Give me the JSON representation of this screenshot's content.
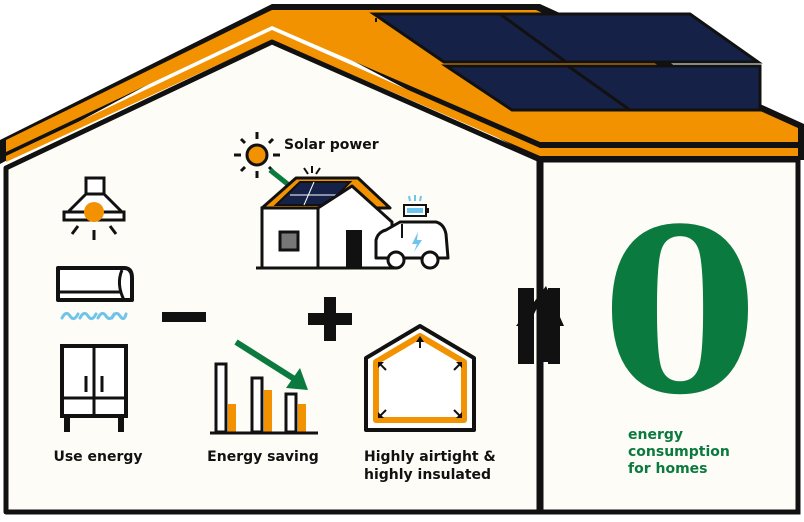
{
  "labels": {
    "solar_power": "Solar power",
    "use_energy": "Use energy",
    "energy_saving": "Energy saving",
    "airtight_line1": "Highly airtight &",
    "airtight_line2": "highly insulated",
    "result_digit": "0",
    "result_line1": "energy",
    "result_line2": "consumption",
    "result_line3": "for homes"
  },
  "operators": {
    "minus": "−",
    "plus": "+",
    "less_equal": "≤"
  },
  "colors": {
    "orange": "#f39200",
    "green": "#0b7a3e",
    "navy": "#162147",
    "outline": "#111111",
    "cream": "#fdfcf7",
    "light_blue": "#6fc4ec"
  },
  "icons": [
    "range-hood-icon",
    "air-conditioner-icon",
    "refrigerator-icon",
    "sun-icon",
    "solar-house-icon",
    "electric-car-icon",
    "bar-chart-icon",
    "insulated-house-icon"
  ]
}
